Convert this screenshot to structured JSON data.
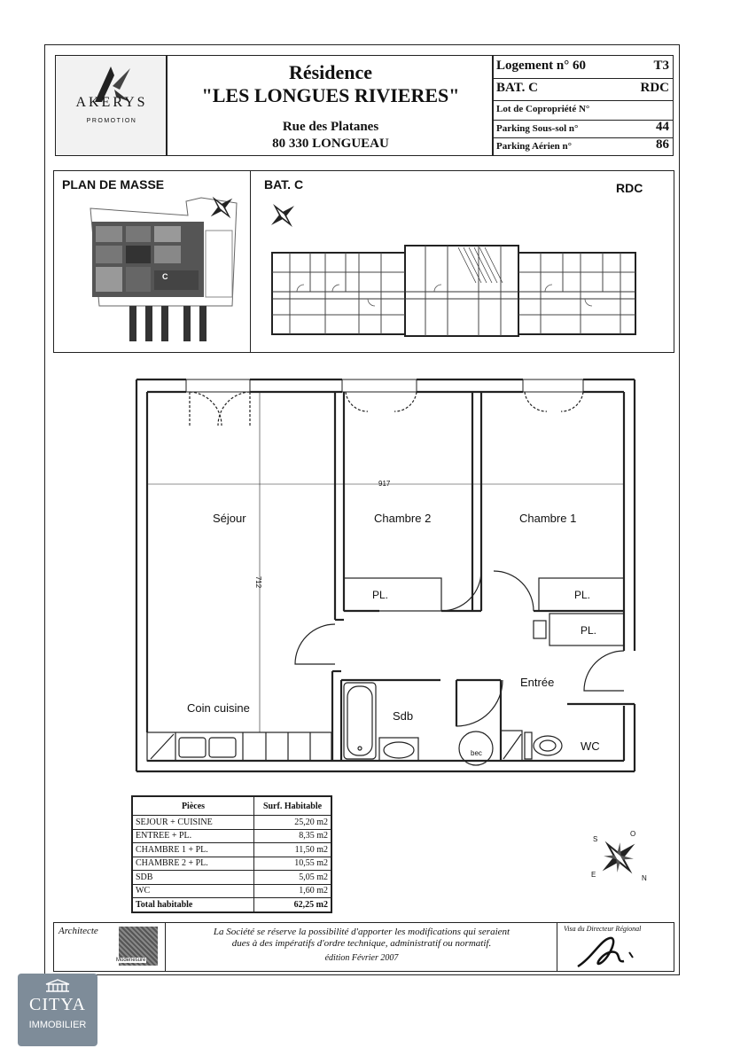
{
  "header": {
    "logo_name": "AKERYS",
    "logo_sub": "PROMOTION",
    "residence_title": "Résidence",
    "residence_name": "\"LES LONGUES RIVIERES\"",
    "address_street": "Rue des Platanes",
    "address_city": "80 330 LONGUEAU",
    "logement_label": "Logement n° 60",
    "type": "T3",
    "bat": "BAT. C",
    "level": "RDC",
    "lot_label": "Lot de Copropriété N°",
    "parking_ss_label": "Parking Sous-sol n°",
    "parking_ss_value": "44",
    "parking_aerien_label": "Parking Aérien n°",
    "parking_aerien_value": "86"
  },
  "site": {
    "plan_masse_title": "PLAN DE MASSE",
    "plan_masse_marker": "C",
    "bat_title": "BAT. C",
    "level": "RDC"
  },
  "plan": {
    "dimension_width": "917",
    "dimension_height": "712",
    "rooms": {
      "sejour": "Séjour",
      "chambre2": "Chambre 2",
      "chambre1": "Chambre 1",
      "coin_cuisine": "Coin cuisine",
      "entree": "Entrée",
      "sdb": "Sdb",
      "wc": "WC",
      "bec": "bec",
      "pl": "PL."
    }
  },
  "surfaces": {
    "header_pieces": "Pièces",
    "header_surface": "Surf. Habitable",
    "rows": [
      {
        "piece": "SEJOUR + CUISINE",
        "surface": "25,20 m2"
      },
      {
        "piece": "ENTREE + PL.",
        "surface": "8,35 m2"
      },
      {
        "piece": "CHAMBRE 1 + PL.",
        "surface": "11,50 m2"
      },
      {
        "piece": "CHAMBRE 2 + PL.",
        "surface": "10,55 m2"
      },
      {
        "piece": "SDB",
        "surface": "5,05 m2"
      },
      {
        "piece": "WC",
        "surface": "1,60 m2"
      }
    ],
    "total_label": "Total habitable",
    "total_value": "62,25 m2"
  },
  "footer": {
    "architecte": "Architecte",
    "stamp_text": "Modenesure",
    "disclaimer_1": "La Société se réserve la possibilité d'apporter les modifications qui seraient",
    "disclaimer_2": "dues à des impératifs d'ordre technique, administratif ou normatif.",
    "edition": "édition Février 2007",
    "visa": "Visa du Directeur Régional"
  },
  "watermark": {
    "brand": "CITYA",
    "sub": "IMMOBILIER"
  },
  "compass_letters": [
    "S",
    "N",
    "O",
    "E"
  ]
}
